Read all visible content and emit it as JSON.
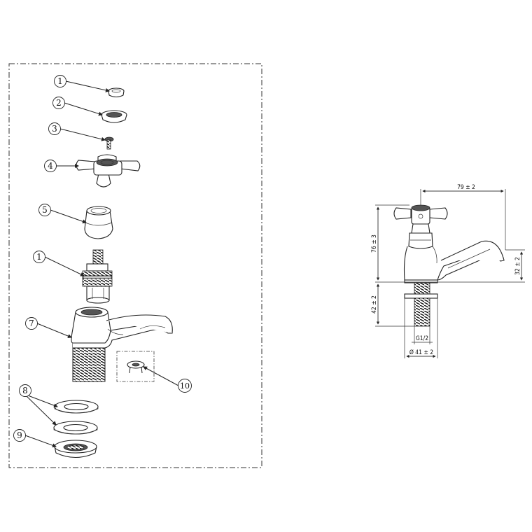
{
  "callouts": [
    {
      "id": "c1a",
      "num": "1"
    },
    {
      "id": "c2",
      "num": "2"
    },
    {
      "id": "c3",
      "num": "3"
    },
    {
      "id": "c4",
      "num": "4"
    },
    {
      "id": "c5",
      "num": "5"
    },
    {
      "id": "c1b",
      "num": "1"
    },
    {
      "id": "c7",
      "num": "7"
    },
    {
      "id": "c8",
      "num": "8"
    },
    {
      "id": "c9",
      "num": "9"
    },
    {
      "id": "c10",
      "num": "10"
    }
  ],
  "dimensions": {
    "width": "79 ± 2",
    "height": "76 ± 3",
    "spout_height": "32 ± 2",
    "thread_length": "42 ± 2",
    "thread": "G1/2",
    "base_diameter": "Ø 41 ± 2"
  }
}
